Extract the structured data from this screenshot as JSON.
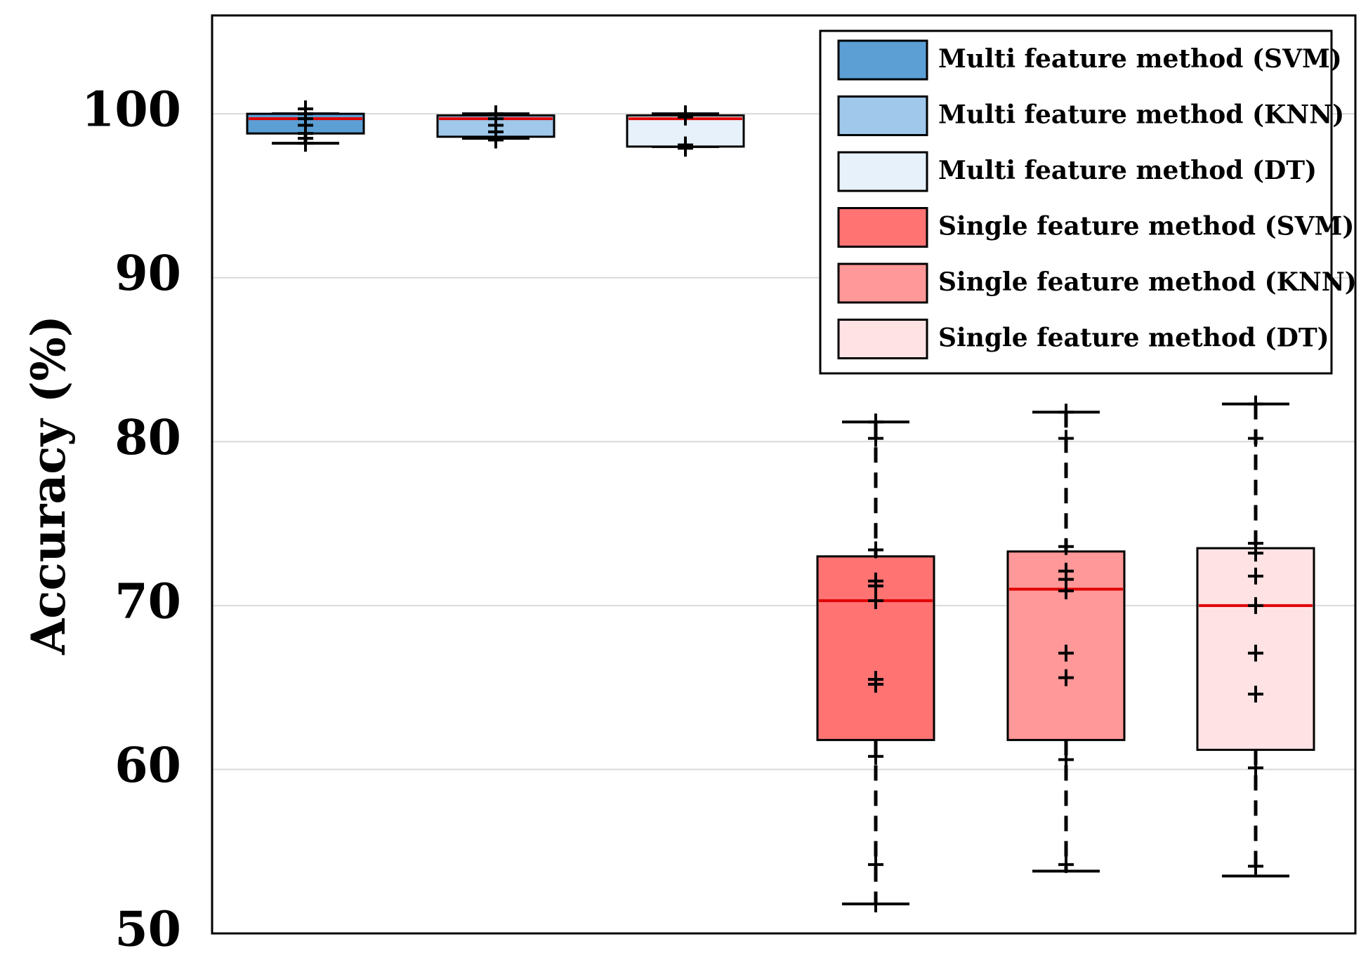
{
  "chart_data": {
    "type": "box",
    "title": "",
    "xlabel": "",
    "ylabel": "Accuracy (%)",
    "ylim": [
      50,
      106
    ],
    "yticks": [
      50,
      60,
      70,
      80,
      90,
      100
    ],
    "grid": true,
    "legend_placement": "top-right",
    "series": [
      {
        "name": "Multi feature method (SVM)",
        "color": "#5b9fd4",
        "whisker_low": 98.2,
        "q1": 98.8,
        "median": 99.7,
        "q3": 100.0,
        "whisker_high": 100.0,
        "points": [
          98.2,
          98.5,
          98.8,
          99.3,
          99.7,
          100.0,
          100.3
        ]
      },
      {
        "name": "Multi feature method (KNN)",
        "color": "#9fc8ea",
        "whisker_low": 98.5,
        "q1": 98.6,
        "median": 99.7,
        "q3": 99.9,
        "whisker_high": 100.0,
        "points": [
          98.4,
          98.9,
          99.3,
          99.7,
          100.0
        ]
      },
      {
        "name": "Multi feature method (DT)",
        "color": "#e6f1fa",
        "whisker_low": 98.0,
        "q1": 98.0,
        "median": 99.7,
        "q3": 99.9,
        "whisker_high": 100.0,
        "points": [
          97.9,
          98.1,
          99.8,
          100.0
        ]
      },
      {
        "name": "Single feature method (SVM)",
        "color": "#ff7373",
        "whisker_low": 51.8,
        "q1": 61.8,
        "median": 70.3,
        "q3": 73.0,
        "whisker_high": 81.2,
        "points": [
          51.8,
          54.2,
          60.8,
          65.2,
          65.5,
          70.3,
          71.2,
          71.5,
          73.4,
          80.2,
          81.2
        ]
      },
      {
        "name": "Single feature method (KNN)",
        "color": "#ff9898",
        "whisker_low": 53.8,
        "q1": 61.8,
        "median": 71.0,
        "q3": 73.3,
        "whisker_high": 81.8,
        "points": [
          54.2,
          60.6,
          65.6,
          67.1,
          70.9,
          71.6,
          72.1,
          73.6,
          80.2,
          81.8
        ]
      },
      {
        "name": "Single feature method (DT)",
        "color": "#ffe3e4",
        "whisker_low": 53.5,
        "q1": 61.2,
        "median": 70.0,
        "q3": 73.5,
        "whisker_high": 82.3,
        "points": [
          54.1,
          60.1,
          64.6,
          67.1,
          70.0,
          71.8,
          73.2,
          73.8,
          80.2,
          82.3
        ]
      }
    ]
  }
}
